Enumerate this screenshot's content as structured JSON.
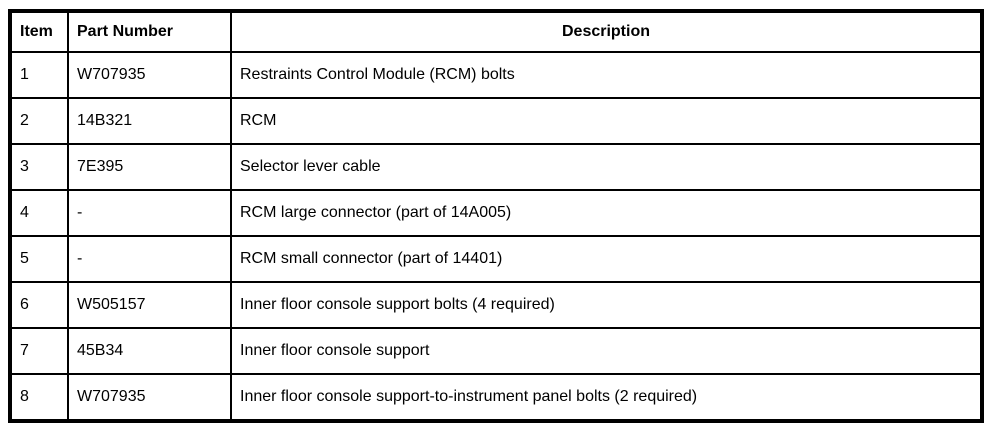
{
  "table": {
    "headers": {
      "item": "Item",
      "part_number": "Part Number",
      "description": "Description"
    },
    "rows": [
      {
        "item": "1",
        "part_number": "W707935",
        "description": "Restraints Control Module (RCM) bolts"
      },
      {
        "item": "2",
        "part_number": "14B321",
        "description": "RCM"
      },
      {
        "item": "3",
        "part_number": "7E395",
        "description": "Selector lever cable"
      },
      {
        "item": "4",
        "part_number": "-",
        "description": "RCM large connector (part of 14A005)"
      },
      {
        "item": "5",
        "part_number": "-",
        "description": "RCM small connector (part of 14401)"
      },
      {
        "item": "6",
        "part_number": "W505157",
        "description": "Inner floor console support bolts (4 required)"
      },
      {
        "item": "7",
        "part_number": "45B34",
        "description": "Inner floor console support"
      },
      {
        "item": "8",
        "part_number": "W707935",
        "description": "Inner floor console support-to-instrument panel bolts (2 required)"
      }
    ]
  }
}
